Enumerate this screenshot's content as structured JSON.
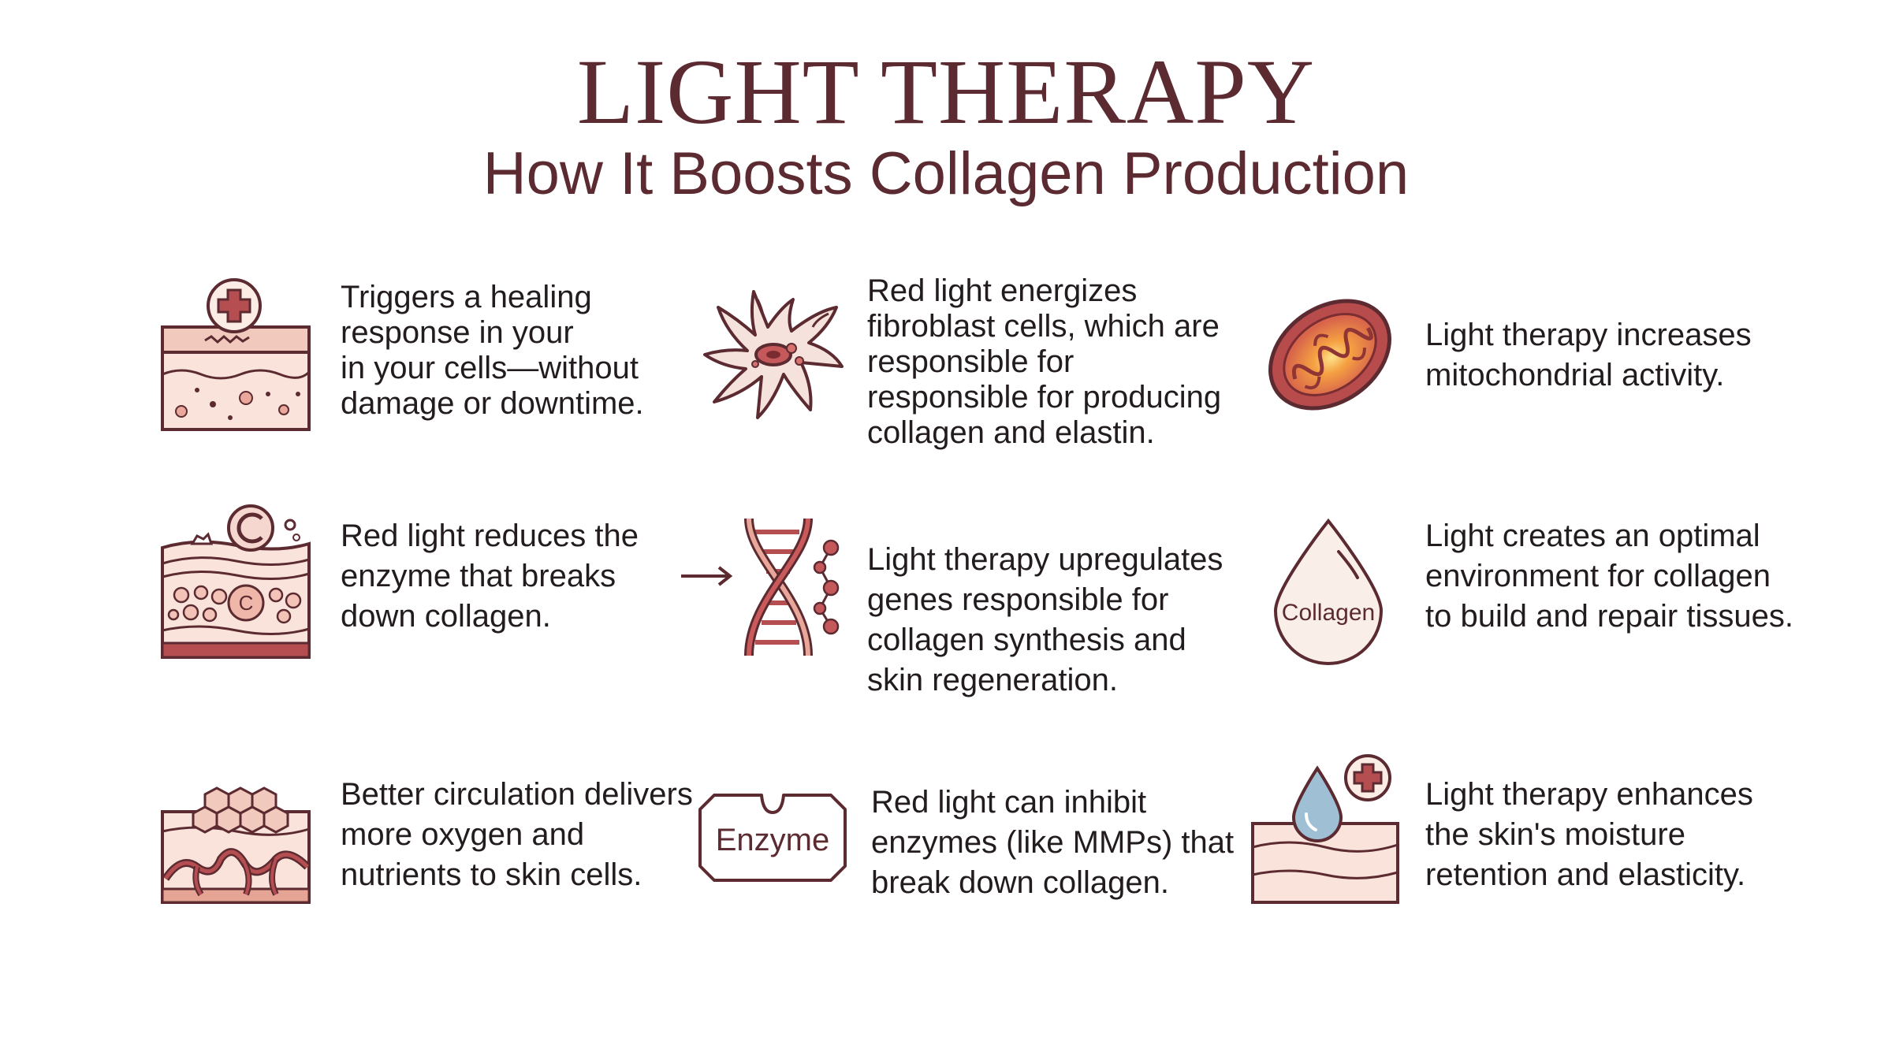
{
  "header": {
    "title": "LIGHT THERAPY",
    "subtitle": "How It Boosts Collagen Production"
  },
  "colors": {
    "maroon": "#5c2a31",
    "skin_light": "#f7dcd3",
    "skin_mid": "#ecbcb0",
    "accent_red": "#b54e51",
    "glow": "#f5a142"
  },
  "items": [
    {
      "icon": "healing-skin-icon",
      "text": "Triggers a healing\nresponse in your\nin your cells—without\ndamage or downtime."
    },
    {
      "icon": "fibroblast-cell-icon",
      "text": "Red light energizes\nfibroblast cells, which are\nresponsible for\nresponsible for producing\ncollagen and elastin."
    },
    {
      "icon": "mitochondria-icon",
      "text": "Light therapy increases\nmitochondrial activity."
    },
    {
      "icon": "skin-layers-collagen-icon",
      "text": "Red light reduces the\nenzyme that breaks\ndown collagen."
    },
    {
      "icon": "dna-helix-icon",
      "text": "Light therapy upregulates\ngenes responsible for\ncollagen synthesis and\nskin regeneration."
    },
    {
      "icon": "collagen-drop-icon",
      "label": "Collagen",
      "text": "Light creates an optimal\nenvironment for collagen\nto build and repair tissues."
    },
    {
      "icon": "blood-vessel-skin-icon",
      "text": "Better circulation delivers\nmore oxygen and\nnutrients to skin cells."
    },
    {
      "icon": "enzyme-icon",
      "label": "Enzyme",
      "text": "Red light can inhibit\nenzymes (like MMPs) that\nbreak down collagen."
    },
    {
      "icon": "moisture-skin-icon",
      "text": "Light therapy enhances\nthe skin's moisture\nretention and elasticity."
    }
  ]
}
